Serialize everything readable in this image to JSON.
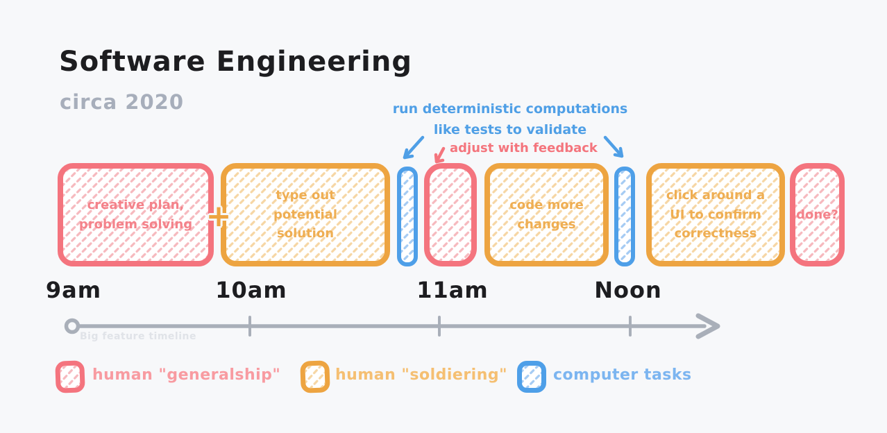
{
  "title": "Software Engineering",
  "subtitle": "circa 2020",
  "palette": {
    "human_generalship": "#f4747e",
    "human_soldiering": "#eda441",
    "computer": "#4e9fe8",
    "axis_gray": "#a9afb9",
    "background": "#f7f8fa"
  },
  "annotations": {
    "computer_note": "run deterministic computations like tests to validate",
    "computer_note_line1": "run deterministic computations",
    "computer_note_line2": "like tests to validate",
    "feedback_note": "adjust with feedback"
  },
  "plus_sign": "+",
  "blocks": [
    {
      "type": "human-generalship",
      "label": "creative plan, problem solving"
    },
    {
      "type": "human-soldiering",
      "label": "type out potential solution"
    },
    {
      "type": "computer",
      "label": ""
    },
    {
      "type": "human-generalship",
      "label": ""
    },
    {
      "type": "human-soldiering",
      "label": "code more changes"
    },
    {
      "type": "computer",
      "label": ""
    },
    {
      "type": "human-soldiering",
      "label": "click around a UI to confirm correctness"
    },
    {
      "type": "human-generalship",
      "label": "done?"
    }
  ],
  "timeline": {
    "ticks": [
      "9am",
      "10am",
      "11am",
      "Noon"
    ],
    "caption": "Big feature timeline"
  },
  "legend": [
    {
      "type": "human-generalship",
      "label": "human \"generalship\""
    },
    {
      "type": "human-soldiering",
      "label": "human \"soldiering\""
    },
    {
      "type": "computer",
      "label": "computer tasks"
    }
  ]
}
